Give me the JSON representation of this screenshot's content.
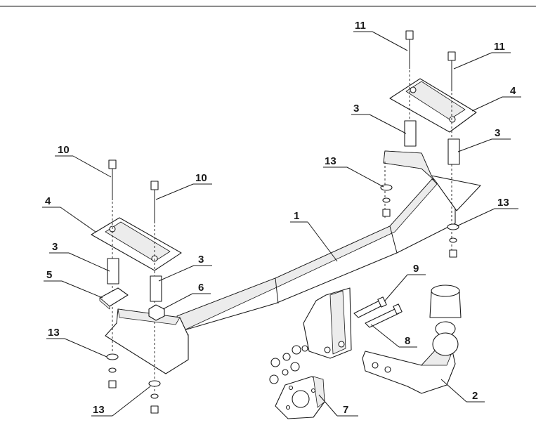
{
  "diagram": {
    "callouts": [
      {
        "id": "c11a",
        "label": "11"
      },
      {
        "id": "c11b",
        "label": "11"
      },
      {
        "id": "c4r",
        "label": "4"
      },
      {
        "id": "c3ra",
        "label": "3"
      },
      {
        "id": "c3rb",
        "label": "3"
      },
      {
        "id": "c13a",
        "label": "13"
      },
      {
        "id": "c13b",
        "label": "13"
      },
      {
        "id": "c10a",
        "label": "10"
      },
      {
        "id": "c10b",
        "label": "10"
      },
      {
        "id": "c4l",
        "label": "4"
      },
      {
        "id": "c1",
        "label": "1"
      },
      {
        "id": "c3la",
        "label": "3"
      },
      {
        "id": "c3lb",
        "label": "3"
      },
      {
        "id": "c5",
        "label": "5"
      },
      {
        "id": "c6",
        "label": "6"
      },
      {
        "id": "c9",
        "label": "9"
      },
      {
        "id": "c13c",
        "label": "13"
      },
      {
        "id": "c8",
        "label": "8"
      },
      {
        "id": "c2",
        "label": "2"
      },
      {
        "id": "c13d",
        "label": "13"
      },
      {
        "id": "c7",
        "label": "7"
      }
    ]
  }
}
